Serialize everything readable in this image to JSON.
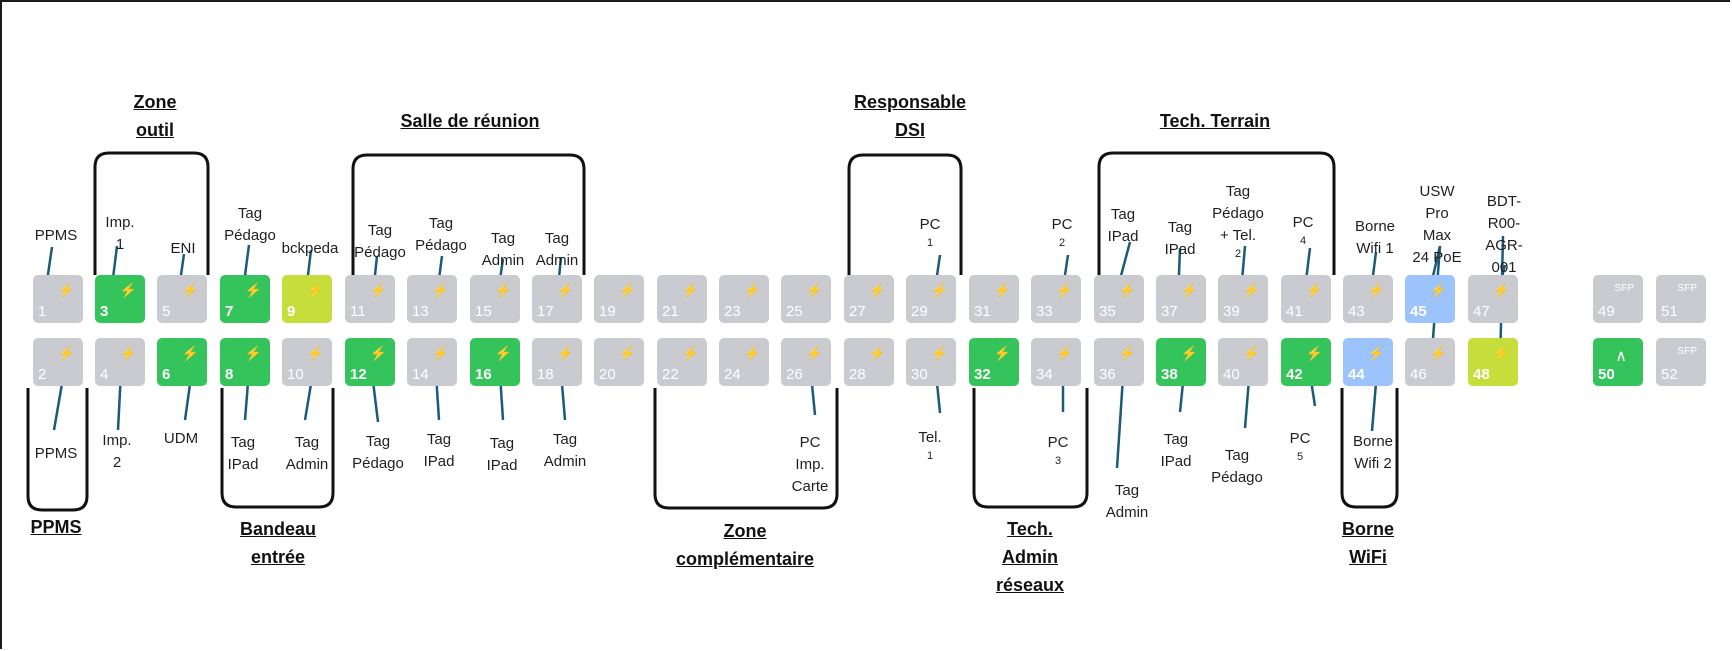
{
  "colors": {
    "idle": "#c9cbd1",
    "active": "#35c45c",
    "poe_warn": "#c5de3c",
    "uplink": "#9cc3fb",
    "arrow": "#1b5a78"
  },
  "groups": [
    {
      "label": "Zone\noutil"
    },
    {
      "label": "Salle de réunion"
    },
    {
      "label": "Responsable\nDSI"
    },
    {
      "label": "Tech. Terrain"
    },
    {
      "label": "PPMS"
    },
    {
      "label": "Bandeau\nentrée"
    },
    {
      "label": "Zone\ncomplémentaire"
    },
    {
      "label": "Tech.\nAdmin\nréseaux"
    },
    {
      "label": "Borne\nWiFi"
    }
  ],
  "ports": [
    {
      "num": "1",
      "state": "idle",
      "icon": "spark-icon"
    },
    {
      "num": "3",
      "state": "active",
      "icon": "spark-icon"
    },
    {
      "num": "5",
      "state": "idle",
      "icon": "spark-icon"
    },
    {
      "num": "7",
      "state": "active",
      "icon": "spark-icon"
    },
    {
      "num": "9",
      "state": "poe_warn",
      "icon": "spark-icon"
    },
    {
      "num": "11",
      "state": "idle",
      "icon": "spark-icon"
    },
    {
      "num": "13",
      "state": "idle",
      "icon": "spark-icon"
    },
    {
      "num": "15",
      "state": "idle",
      "icon": "spark-icon"
    },
    {
      "num": "17",
      "state": "idle",
      "icon": "spark-icon"
    },
    {
      "num": "19",
      "state": "idle",
      "icon": "spark-icon"
    },
    {
      "num": "21",
      "state": "idle",
      "icon": "spark-icon"
    },
    {
      "num": "23",
      "state": "idle",
      "icon": "spark-icon"
    },
    {
      "num": "25",
      "state": "idle",
      "icon": "spark-icon"
    },
    {
      "num": "27",
      "state": "idle",
      "icon": "spark-icon"
    },
    {
      "num": "29",
      "state": "idle",
      "icon": "spark-icon"
    },
    {
      "num": "31",
      "state": "idle",
      "icon": "spark-icon"
    },
    {
      "num": "33",
      "state": "idle",
      "icon": "spark-icon"
    },
    {
      "num": "35",
      "state": "idle",
      "icon": "spark-icon"
    },
    {
      "num": "37",
      "state": "idle",
      "icon": "spark-icon"
    },
    {
      "num": "39",
      "state": "idle",
      "icon": "spark-icon"
    },
    {
      "num": "41",
      "state": "idle",
      "icon": "spark-icon"
    },
    {
      "num": "43",
      "state": "idle",
      "icon": "spark-icon"
    },
    {
      "num": "45",
      "state": "uplink",
      "icon": "spark-icon"
    },
    {
      "num": "47",
      "state": "idle",
      "icon": "spark-icon"
    },
    {
      "num": "49",
      "state": "idle",
      "icon": "sfp",
      "sfp": "SFP"
    },
    {
      "num": "51",
      "state": "idle",
      "icon": "sfp",
      "sfp": "SFP"
    },
    {
      "num": "2",
      "state": "idle",
      "icon": "spark-icon"
    },
    {
      "num": "4",
      "state": "idle",
      "icon": "spark-icon"
    },
    {
      "num": "6",
      "state": "active",
      "icon": "spark-icon"
    },
    {
      "num": "8",
      "state": "active",
      "icon": "spark-icon"
    },
    {
      "num": "10",
      "state": "idle",
      "icon": "spark-icon"
    },
    {
      "num": "12",
      "state": "active",
      "icon": "spark-icon"
    },
    {
      "num": "14",
      "state": "idle",
      "icon": "spark-icon"
    },
    {
      "num": "16",
      "state": "active",
      "icon": "spark-icon"
    },
    {
      "num": "18",
      "state": "idle",
      "icon": "spark-icon"
    },
    {
      "num": "20",
      "state": "idle",
      "icon": "spark-icon"
    },
    {
      "num": "22",
      "state": "idle",
      "icon": "spark-icon"
    },
    {
      "num": "24",
      "state": "idle",
      "icon": "spark-icon"
    },
    {
      "num": "26",
      "state": "idle",
      "icon": "spark-icon"
    },
    {
      "num": "28",
      "state": "idle",
      "icon": "spark-icon"
    },
    {
      "num": "30",
      "state": "idle",
      "icon": "spark-icon"
    },
    {
      "num": "32",
      "state": "active",
      "icon": "spark-icon"
    },
    {
      "num": "34",
      "state": "idle",
      "icon": "spark-icon"
    },
    {
      "num": "36",
      "state": "idle",
      "icon": "spark-icon"
    },
    {
      "num": "38",
      "state": "active",
      "icon": "spark-icon"
    },
    {
      "num": "40",
      "state": "idle",
      "icon": "spark-icon"
    },
    {
      "num": "42",
      "state": "active",
      "icon": "spark-icon"
    },
    {
      "num": "44",
      "state": "uplink",
      "icon": "spark-icon"
    },
    {
      "num": "46",
      "state": "idle",
      "icon": "spark-icon"
    },
    {
      "num": "48",
      "state": "poe_warn",
      "icon": "spark-icon"
    },
    {
      "num": "50",
      "state": "active",
      "icon": "chevron-up-icon"
    },
    {
      "num": "52",
      "state": "idle",
      "icon": "sfp",
      "sfp": "SFP"
    }
  ],
  "labels": [
    {
      "text": "PPMS"
    },
    {
      "text": "Imp.\n1"
    },
    {
      "text": "ENI"
    },
    {
      "text": "Tag\nPédago"
    },
    {
      "text": "bckpeda"
    },
    {
      "text": "Tag\nPédago"
    },
    {
      "text": "Tag\nPédago"
    },
    {
      "text": "Tag\nAdmin"
    },
    {
      "text": "Tag\nAdmin"
    },
    {
      "text": "PC",
      "sub": "1"
    },
    {
      "text": "PC",
      "sub": "2"
    },
    {
      "text": "Tag\nIPad"
    },
    {
      "text": "Tag\nIPad"
    },
    {
      "text": "Tag\nPédago\n+ Tel.",
      "sub": "2"
    },
    {
      "text": "PC",
      "sub": "4"
    },
    {
      "text": "Borne\nWifi 1"
    },
    {
      "text": "USW\nPro\nMax\n24 PoE"
    },
    {
      "text": "BDT-\nR00-\nAGR-\n001"
    },
    {
      "text": "PPMS"
    },
    {
      "text": "Imp.\n2"
    },
    {
      "text": "UDM"
    },
    {
      "text": "Tag\nIPad"
    },
    {
      "text": "Tag\nAdmin"
    },
    {
      "text": "Tag\nPédago"
    },
    {
      "text": "Tag\nIPad"
    },
    {
      "text": "Tag\nIPad"
    },
    {
      "text": "Tag\nAdmin"
    },
    {
      "text": "PC\nImp.\nCarte"
    },
    {
      "text": "Tel.",
      "sub": "1"
    },
    {
      "text": "PC",
      "sub": "3"
    },
    {
      "text": "Tag\nAdmin"
    },
    {
      "text": "Tag\nIPad"
    },
    {
      "text": "Tag\nPédago"
    },
    {
      "text": "PC",
      "sub": "5"
    },
    {
      "text": "Borne\nWifi 2"
    }
  ]
}
